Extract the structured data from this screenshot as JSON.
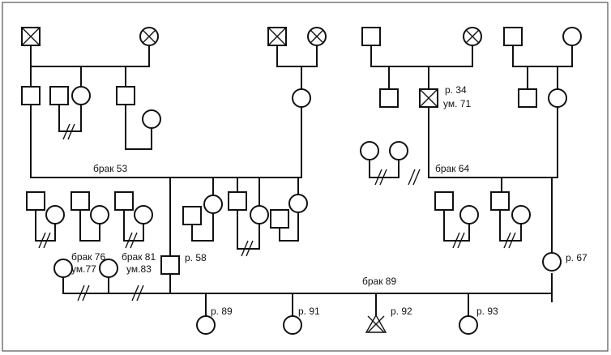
{
  "labels": {
    "marriage_53": "брак 53",
    "marriage_64": "брак 64",
    "marriage_76": "брак 76",
    "died_77": "ум.77",
    "marriage_81": "брак 81",
    "died_83": "ум.83",
    "born_58": "р. 58",
    "born_34": "р. 34",
    "died_71": "ум. 71",
    "born_67": "р. 67",
    "marriage_89": "брак 89",
    "born_89": "р. 89",
    "born_91": "р. 91",
    "born_92": "р. 92",
    "born_93": "р. 93"
  },
  "colors": {
    "ink": "#111111",
    "background": "#ffffff",
    "frame": "#555555"
  }
}
